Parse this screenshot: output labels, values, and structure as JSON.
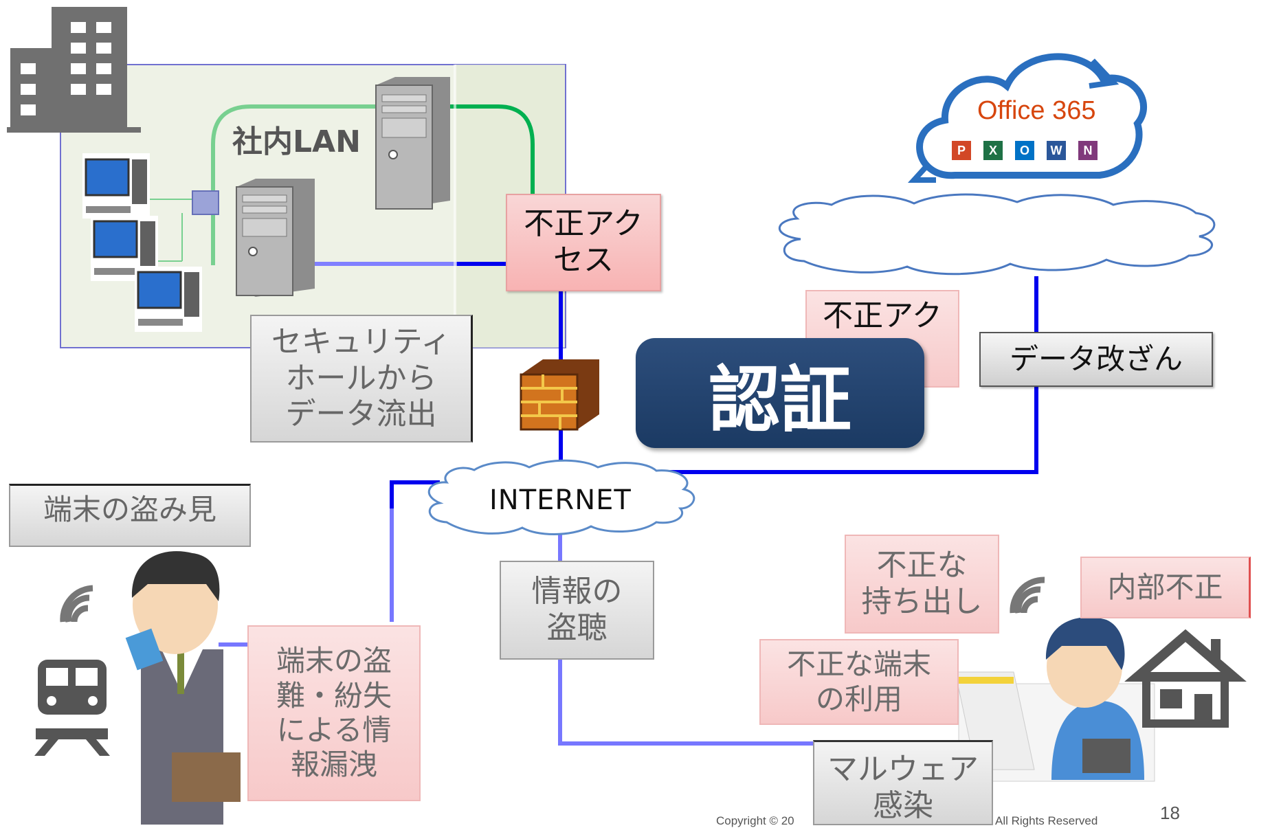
{
  "lan": {
    "label": "社内LAN"
  },
  "cloud": {
    "internet_label": "INTERNET"
  },
  "office": {
    "brand": "Office 365",
    "apps": [
      "P",
      "X",
      "O",
      "W",
      "N"
    ],
    "app_colors": [
      "#d24726",
      "#1e7145",
      "#0072c6",
      "#2b579a",
      "#80397b"
    ]
  },
  "auth": {
    "label": "認証"
  },
  "threats": {
    "unauthorized_access_1": "不正アク\nセス",
    "unauthorized_access_2": "不正アク",
    "data_tampering": "データ改ざん",
    "security_hole": "セキュリティ\nホールから\nデータ流出",
    "peeking": "端末の盗み見",
    "theft": "端末の盗\n難・紛失\nによる情\n報漏洩",
    "eavesdrop": "情報の\n盗聴",
    "takeout": "不正な\n持ち出し",
    "internal_fraud": "内部不正",
    "device_misuse": "不正な端末\nの利用",
    "malware": "マルウェア\n感染"
  },
  "footer": {
    "copyright_left": "Copyright © 20",
    "copyright_right": "All Rights Reserved",
    "page": "18"
  },
  "colors": {
    "link_blue": "#0000ee",
    "link_light": "#7777ff",
    "lan_green": "#00b050",
    "lan_light": "#78d090",
    "auth_navy": "#1f3f6b"
  }
}
